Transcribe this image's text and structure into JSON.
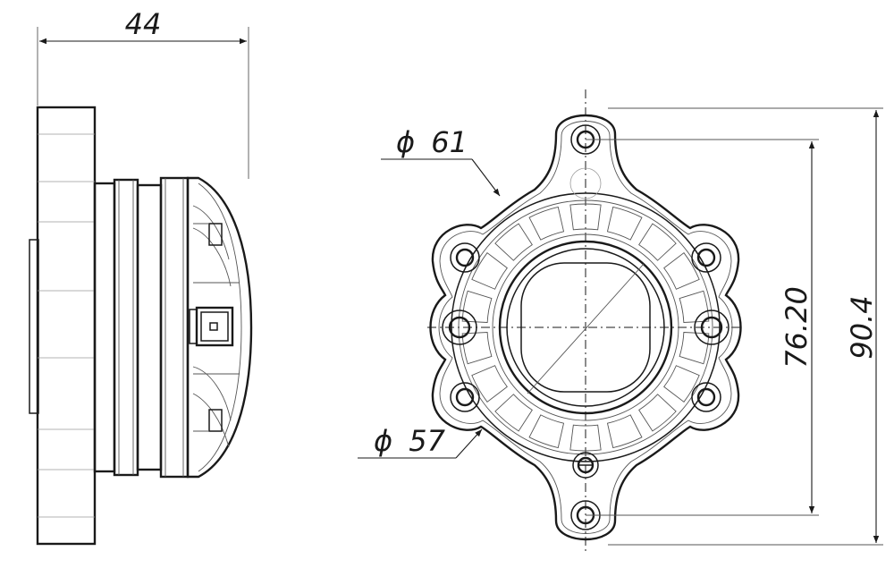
{
  "dimensions": {
    "depth": "44",
    "outer_diameter": "61",
    "inner_diameter": "57",
    "hole_spacing": "76.20",
    "overall_height": "90.4"
  },
  "symbols": {
    "diameter": "ϕ"
  }
}
